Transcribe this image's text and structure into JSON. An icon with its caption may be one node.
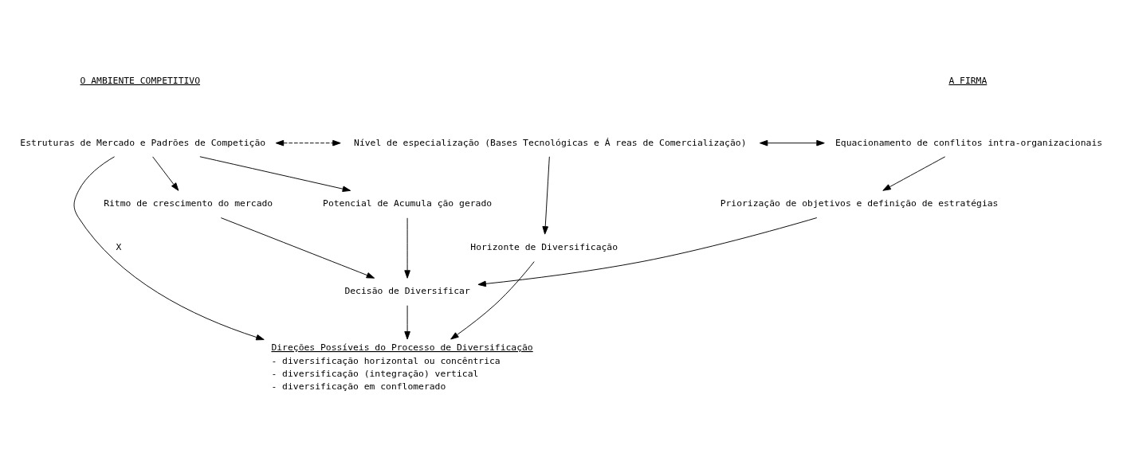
{
  "diagram": {
    "nodes": [
      {
        "text": [
          "Estruturas de Mercado e Padrões de Competição"
        ]
      },
      {
        "text": [
          "Nível de especialização (Bases Tecnológicas e Á reas de Comercialização)"
        ]
      },
      {
        "text": [
          "Equacionamento de conflitos intra-organizacionais"
        ]
      },
      {
        "text": [
          "Potencial de Acumula ção gerado"
        ]
      },
      {
        "text": [
          "Ritmo de crescimento do mercado"
        ]
      },
      {
        "text": [
          "Horizonte de Diversificação"
        ]
      },
      {
        "text": [
          "Priorização de objetivos e definição de estratégias"
        ]
      },
      {
        "text": [
          "Decisão de Diversificar"
        ]
      },
      {
        "text": [
          "Direções Possíveis do Processo de Diversificação",
          "- diversificação horizontal ou concêntrica",
          "- diversificação (integração) vertical",
          "- diversificação em conflomerado"
        ]
      }
    ],
    "edges": [
      {
        "from": 0,
        "to": 1,
        "arrow": "both",
        "style": "dashed"
      },
      {
        "from": 1,
        "to": 2,
        "arrow": "both"
      },
      {
        "from": 0,
        "to": 3,
        "arrow": "to"
      },
      {
        "from": 0,
        "to": 4,
        "arrow": "to"
      },
      {
        "from": 0,
        "to": 8,
        "arrow": "to",
        "label": "X"
      },
      {
        "from": 1,
        "to": 5,
        "arrow": "to"
      },
      {
        "from": 2,
        "to": 6,
        "arrow": "to"
      },
      {
        "from": 3,
        "to": 7,
        "arrow": "to"
      },
      {
        "from": 4,
        "to": 7,
        "arrow": "to"
      },
      {
        "from": 6,
        "to": 7,
        "arrow": "to"
      },
      {
        "from": 7,
        "to": 8,
        "arrow": "to"
      },
      {
        "from": 5,
        "to": 8,
        "arrow": "to"
      }
    ],
    "labels": [
      "O AMBIENTE COMPETITIVO",
      "A FIRMA"
    ]
  }
}
